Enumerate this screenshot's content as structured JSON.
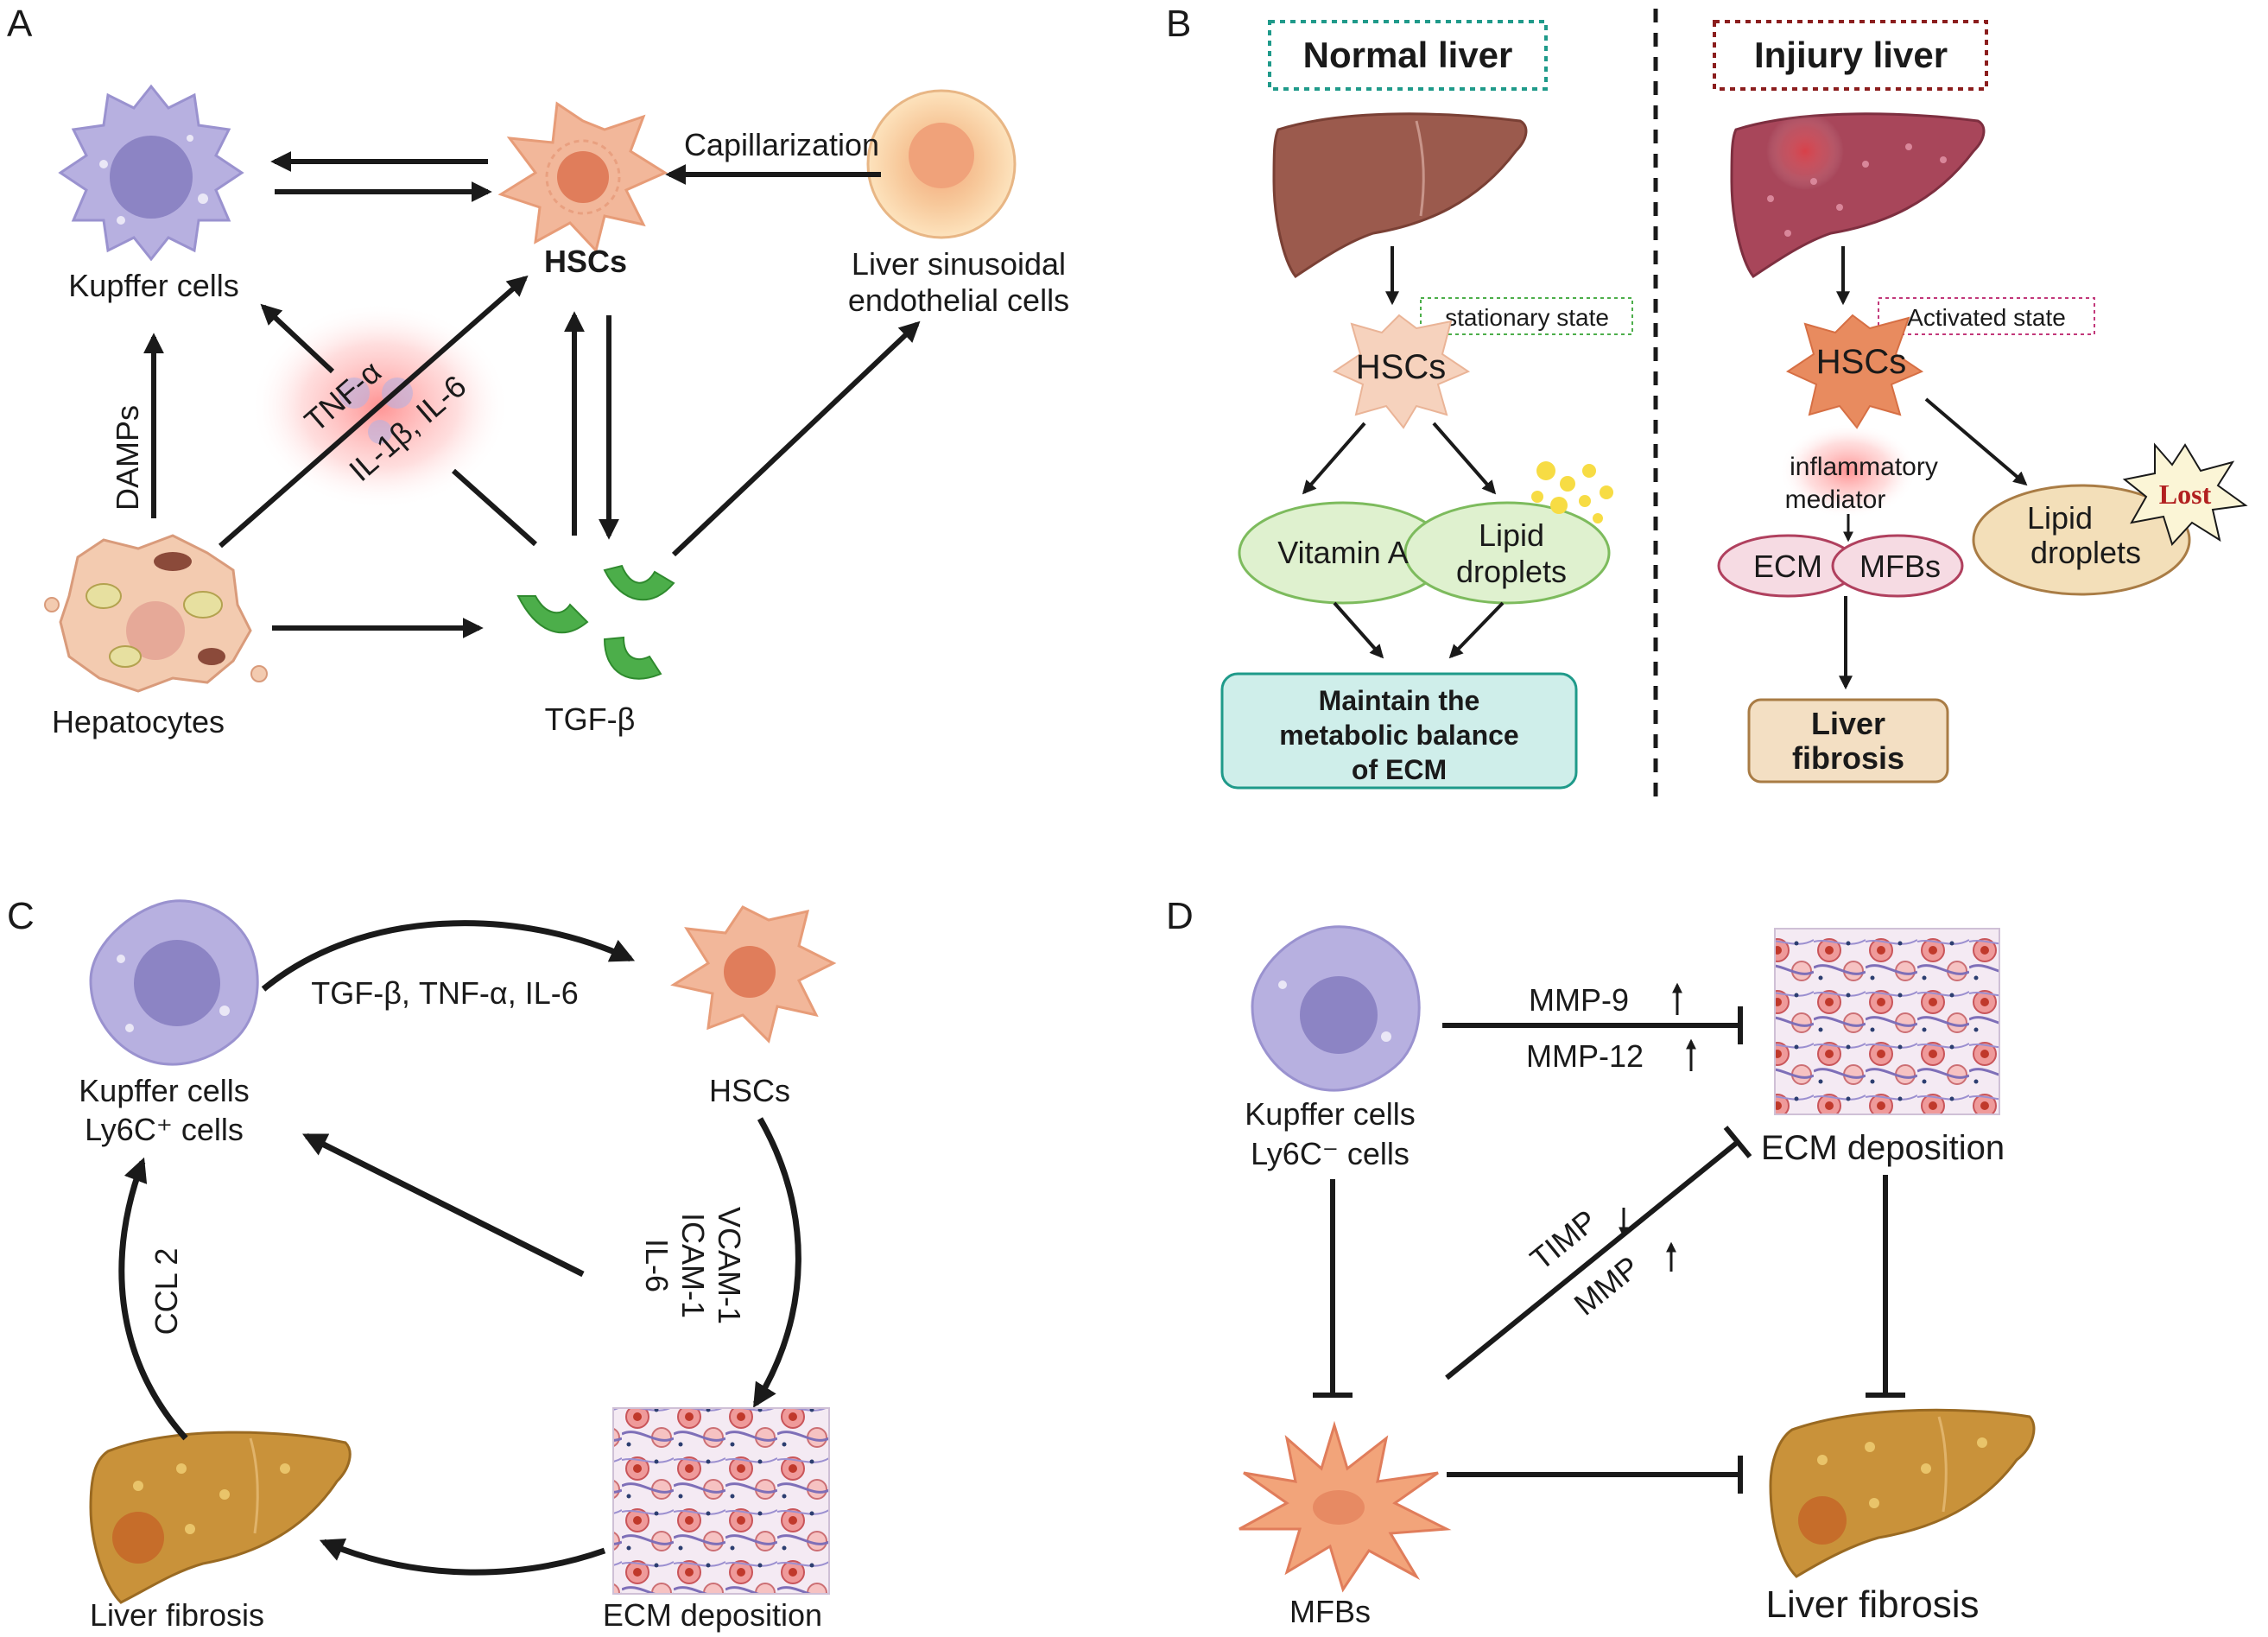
{
  "panels": {
    "a": "A",
    "b": "B",
    "c": "C",
    "d": "D"
  },
  "panel_a": {
    "kupffer": "Kupffer cells",
    "hscs": "HSCs",
    "lsec_line1": "Liver sinusoidal",
    "lsec_line2": "endothelial cells",
    "capillarization": "Capillarization",
    "damps": "DAMPs",
    "tnf": "TNF-α",
    "il": "IL-1β, IL-6",
    "hepatocytes": "Hepatocytes",
    "tgf": "TGF-β"
  },
  "panel_b": {
    "normal_title": "Normal liver",
    "injury_title": "Injiury liver",
    "stationary": "stationary state",
    "activated": "Activated state",
    "hscs_normal": "HSCs",
    "hscs_injury": "HSCs",
    "vitamin_a": "Vitamin A",
    "lipid_line1": "Lipid",
    "lipid_line2": "droplets",
    "maintain_line1": "Maintain the",
    "maintain_line2": "metabolic balance",
    "maintain_line3": "of ECM",
    "inflam_line1": "inflammatory",
    "inflam_line2": "mediator",
    "ecm": "ECM",
    "mfbs": "MFBs",
    "lipid2_line1": "Lipid",
    "lipid2_line2": "droplets",
    "lost": "Lost",
    "fibrosis_line1": "Liver",
    "fibrosis_line2": "fibrosis"
  },
  "panel_c": {
    "kupffer_line1": "Kupffer cells",
    "kupffer_line2": "Ly6C⁺ cells",
    "hscs": "HSCs",
    "cytokines": "TGF-β, TNF-α, IL-6",
    "ccl2": "CCL 2",
    "il6": "IL-6",
    "icam": "ICAM-1",
    "vcam": "VCAM-1",
    "fibrosis": "Liver fibrosis",
    "ecm": "ECM deposition"
  },
  "panel_d": {
    "kupffer_line1": "Kupffer cells",
    "kupffer_line2": "Ly6C⁻ cells",
    "mmp9": "MMP-9",
    "mmp12": "MMP-12",
    "ecm": "ECM deposition",
    "timp": "TIMP",
    "mmp": "MMP",
    "mfbs": "MFBs",
    "fibrosis": "Liver fibrosis"
  },
  "colors": {
    "kupffer": "#b7b0e0",
    "kupffer_nucleus": "#8c84c4",
    "hsc": "#f2b79a",
    "hsc_nucleus": "#e07d5b",
    "tgf": "#4cae4a",
    "liver_normal": "#9b5a4d",
    "liver_injury": "#a8465a",
    "liver_fibrosis": "#c9923a",
    "teal_dash": "#1f9a8a",
    "red_dash": "#8b1d1d"
  }
}
